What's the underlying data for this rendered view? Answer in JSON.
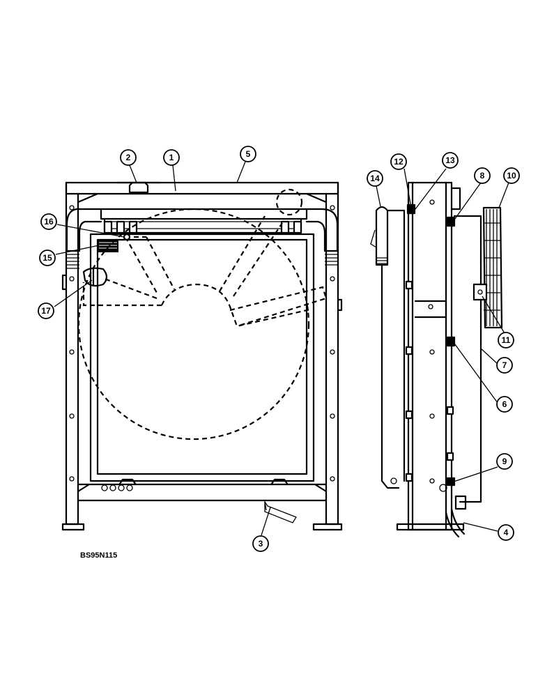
{
  "figure_id": "BS95N115",
  "callouts": [
    "1",
    "2",
    "3",
    "4",
    "5",
    "6",
    "7",
    "8",
    "9",
    "10",
    "11",
    "12",
    "13",
    "14",
    "15",
    "16",
    "17"
  ],
  "colors": {
    "ink": "#000000",
    "paper": "#ffffff"
  }
}
